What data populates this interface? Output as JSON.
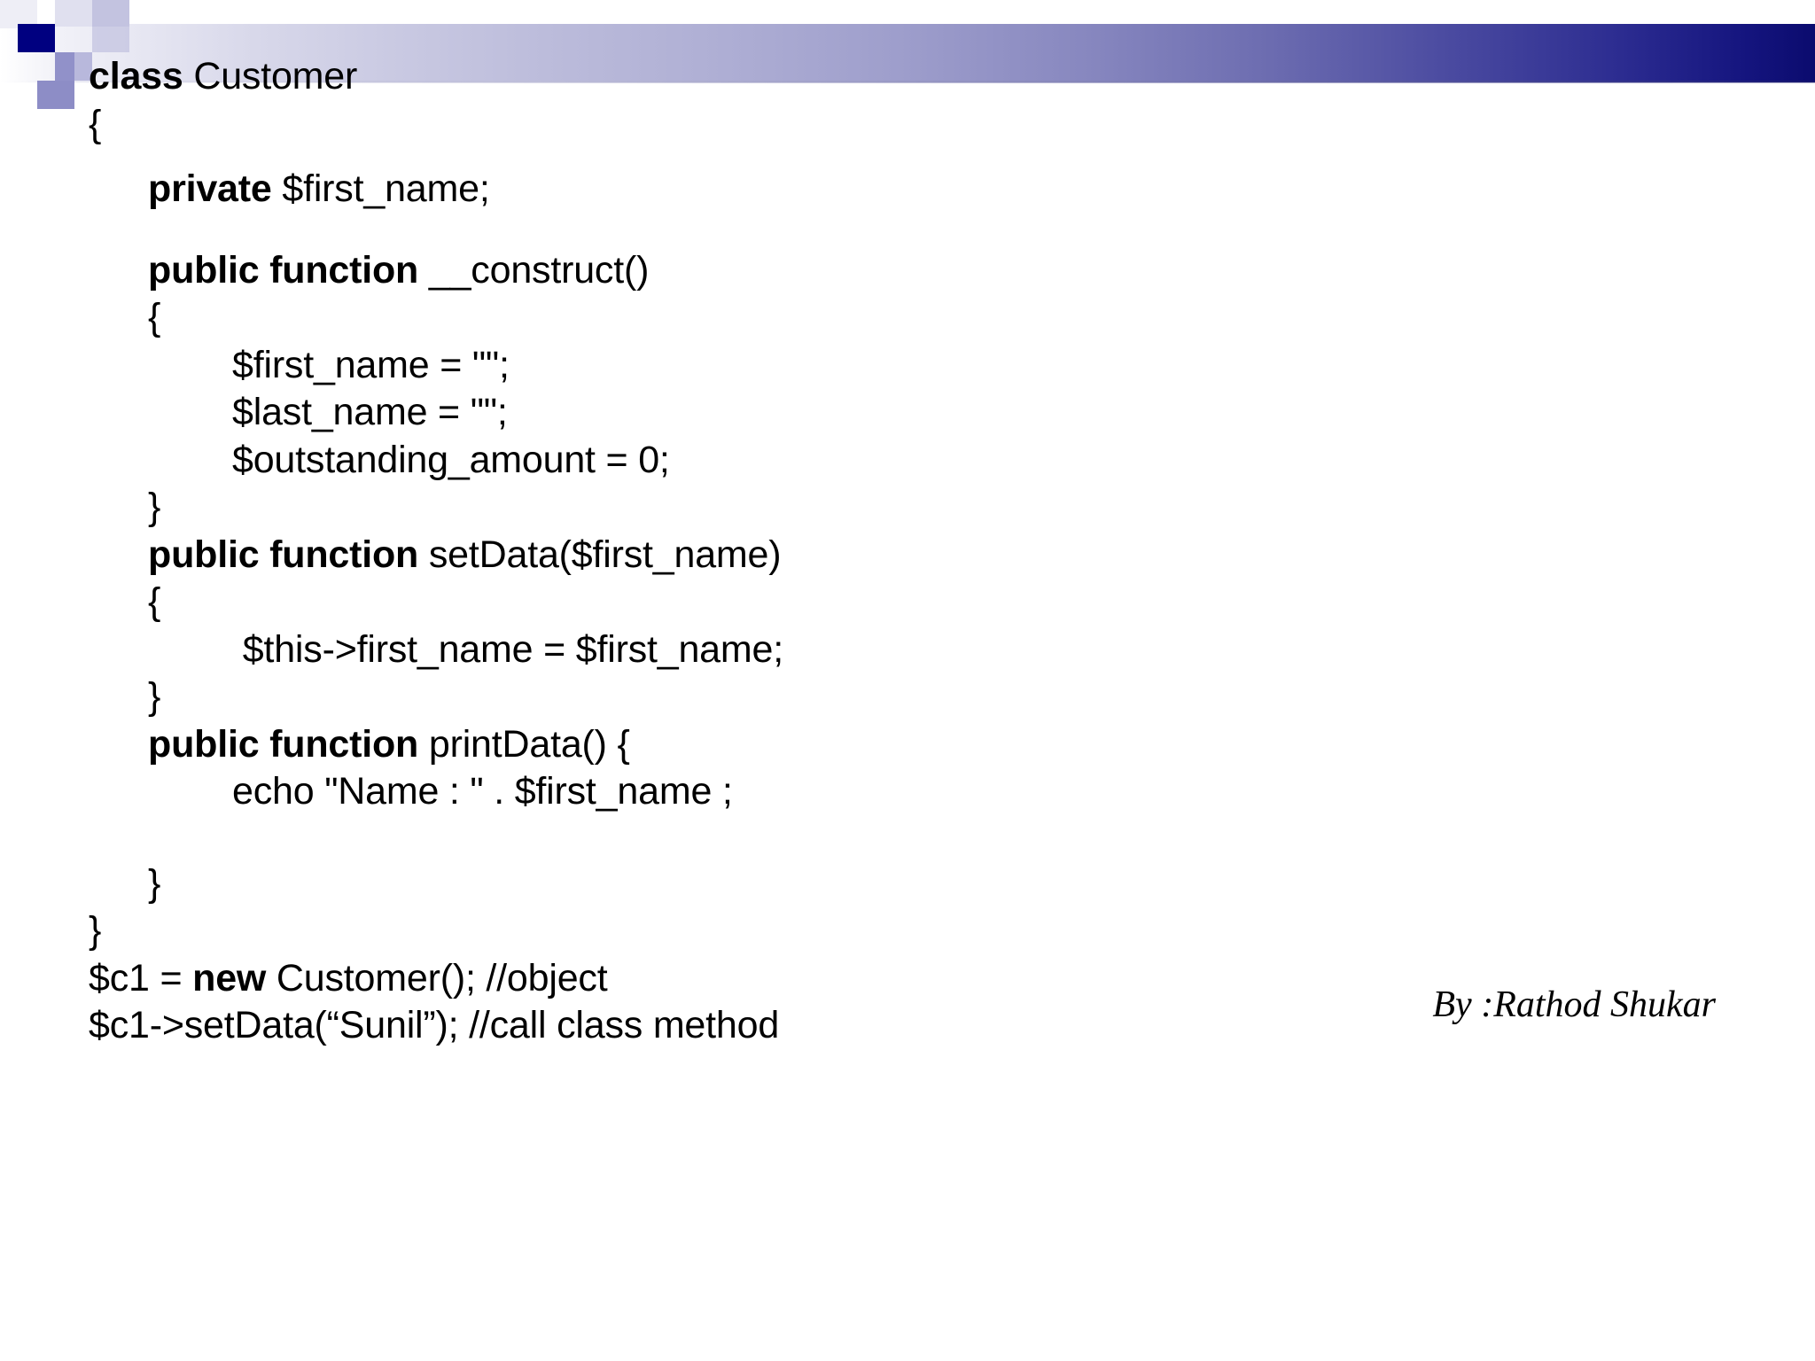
{
  "slide": {
    "background_color": "#ffffff",
    "text_color": "#000000",
    "accent_navy": "#000080",
    "accent_mid": "#8d8dc6",
    "accent_light": "#c3c3e0",
    "band_gradient_from": "#ffffff",
    "band_gradient_to": "#0b0b6e"
  },
  "code": {
    "language": "PHP",
    "lines": [
      {
        "indent": 0,
        "bold": "class",
        "rest": " Customer"
      },
      {
        "indent": 0,
        "bold": "",
        "rest": "{"
      },
      {
        "indent": 1,
        "bold": "private",
        "rest": " $first_name;"
      },
      {
        "indent": 1,
        "bold": "public function",
        "rest": " __construct()"
      },
      {
        "indent": 1,
        "bold": "",
        "rest": "{"
      },
      {
        "indent": 2,
        "bold": "",
        "rest": "$first_name = \"\";"
      },
      {
        "indent": 2,
        "bold": "",
        "rest": "$last_name = \"\";"
      },
      {
        "indent": 2,
        "bold": "",
        "rest": "$outstanding_amount = 0;"
      },
      {
        "indent": 1,
        "bold": "",
        "rest": "}"
      },
      {
        "indent": 1,
        "bold": "public function",
        "rest": " setData($first_name)"
      },
      {
        "indent": 1,
        "bold": "",
        "rest": "{"
      },
      {
        "indent": 2,
        "bold": "",
        "rest": " $this->first_name = $first_name;"
      },
      {
        "indent": 1,
        "bold": "",
        "rest": "}"
      },
      {
        "indent": 1,
        "bold": "public function",
        "rest": " printData() {"
      },
      {
        "indent": 2,
        "bold": "",
        "rest": "echo \"Name : \" . $first_name ;"
      },
      {
        "indent": 1,
        "bold": "",
        "rest": "}"
      },
      {
        "indent": 0,
        "bold": "",
        "rest": "}"
      },
      {
        "indent": 0,
        "bold": "",
        "rest": "$c1 = "
      },
      {
        "indent": 0,
        "bold": "",
        "rest": "$c1->setData(“Sunil”); //call class method"
      }
    ],
    "l1_class_keyword": "class",
    "l1_class_name": " Customer",
    "l2_open_brace": "{",
    "l3_private_keyword": "private",
    "l3_private_rest": " $first_name;",
    "l4_public_keyword": "public function",
    "l4_construct_rest": " __construct()",
    "l5_open_brace": "{",
    "l6_assign_first": "$first_name = \"\";",
    "l7_assign_last": "$last_name = \"\";",
    "l8_assign_outstanding": "$outstanding_amount = 0;",
    "l9_close_brace": "}",
    "l10_public_keyword": "public function",
    "l10_setdata_rest": " setData($first_name)",
    "l11_open_brace": "{",
    "l12_this_assign": " $this->first_name = $first_name;",
    "l13_close_brace": "}",
    "l14_public_keyword": "public function",
    "l14_printdata_rest": " printData() {",
    "l15_echo": "echo \"Name : \" . $first_name ;",
    "l16_close_brace": "}",
    "l17_close_brace": "}",
    "l18_prefix": "$c1 = ",
    "l18_new_keyword": "new",
    "l18_suffix": " Customer(); //object",
    "l19_call": "$c1->setData(“Sunil”); //call class method"
  },
  "author": {
    "credit": "By :Rathod Shukar"
  }
}
